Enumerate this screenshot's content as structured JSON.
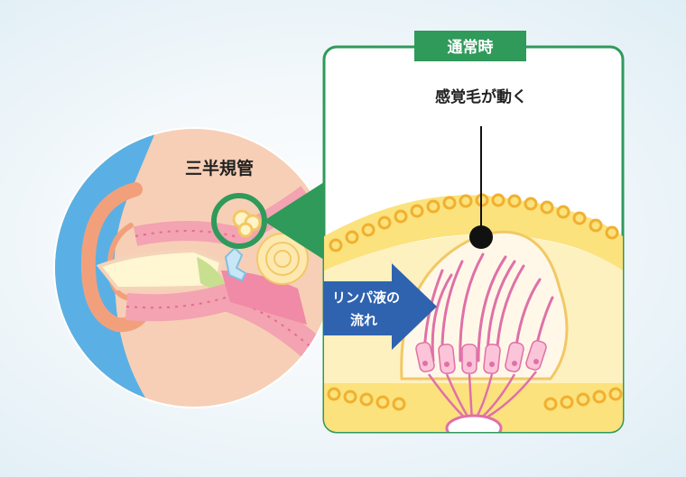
{
  "labels": {
    "semicircular_canals": "三半規管",
    "normal_state": "通常時",
    "hair_moves": "感覚毛が動く",
    "lymph_flow_line1": "リンパ液の",
    "lymph_flow_line2": "流れ"
  },
  "colors": {
    "accent_green": "#2f9a5a",
    "arrow_blue": "#2f63b0",
    "hair_pink": "#e070a8",
    "membrane_orange": "#f0b030",
    "skin": "#f6cdb4"
  }
}
